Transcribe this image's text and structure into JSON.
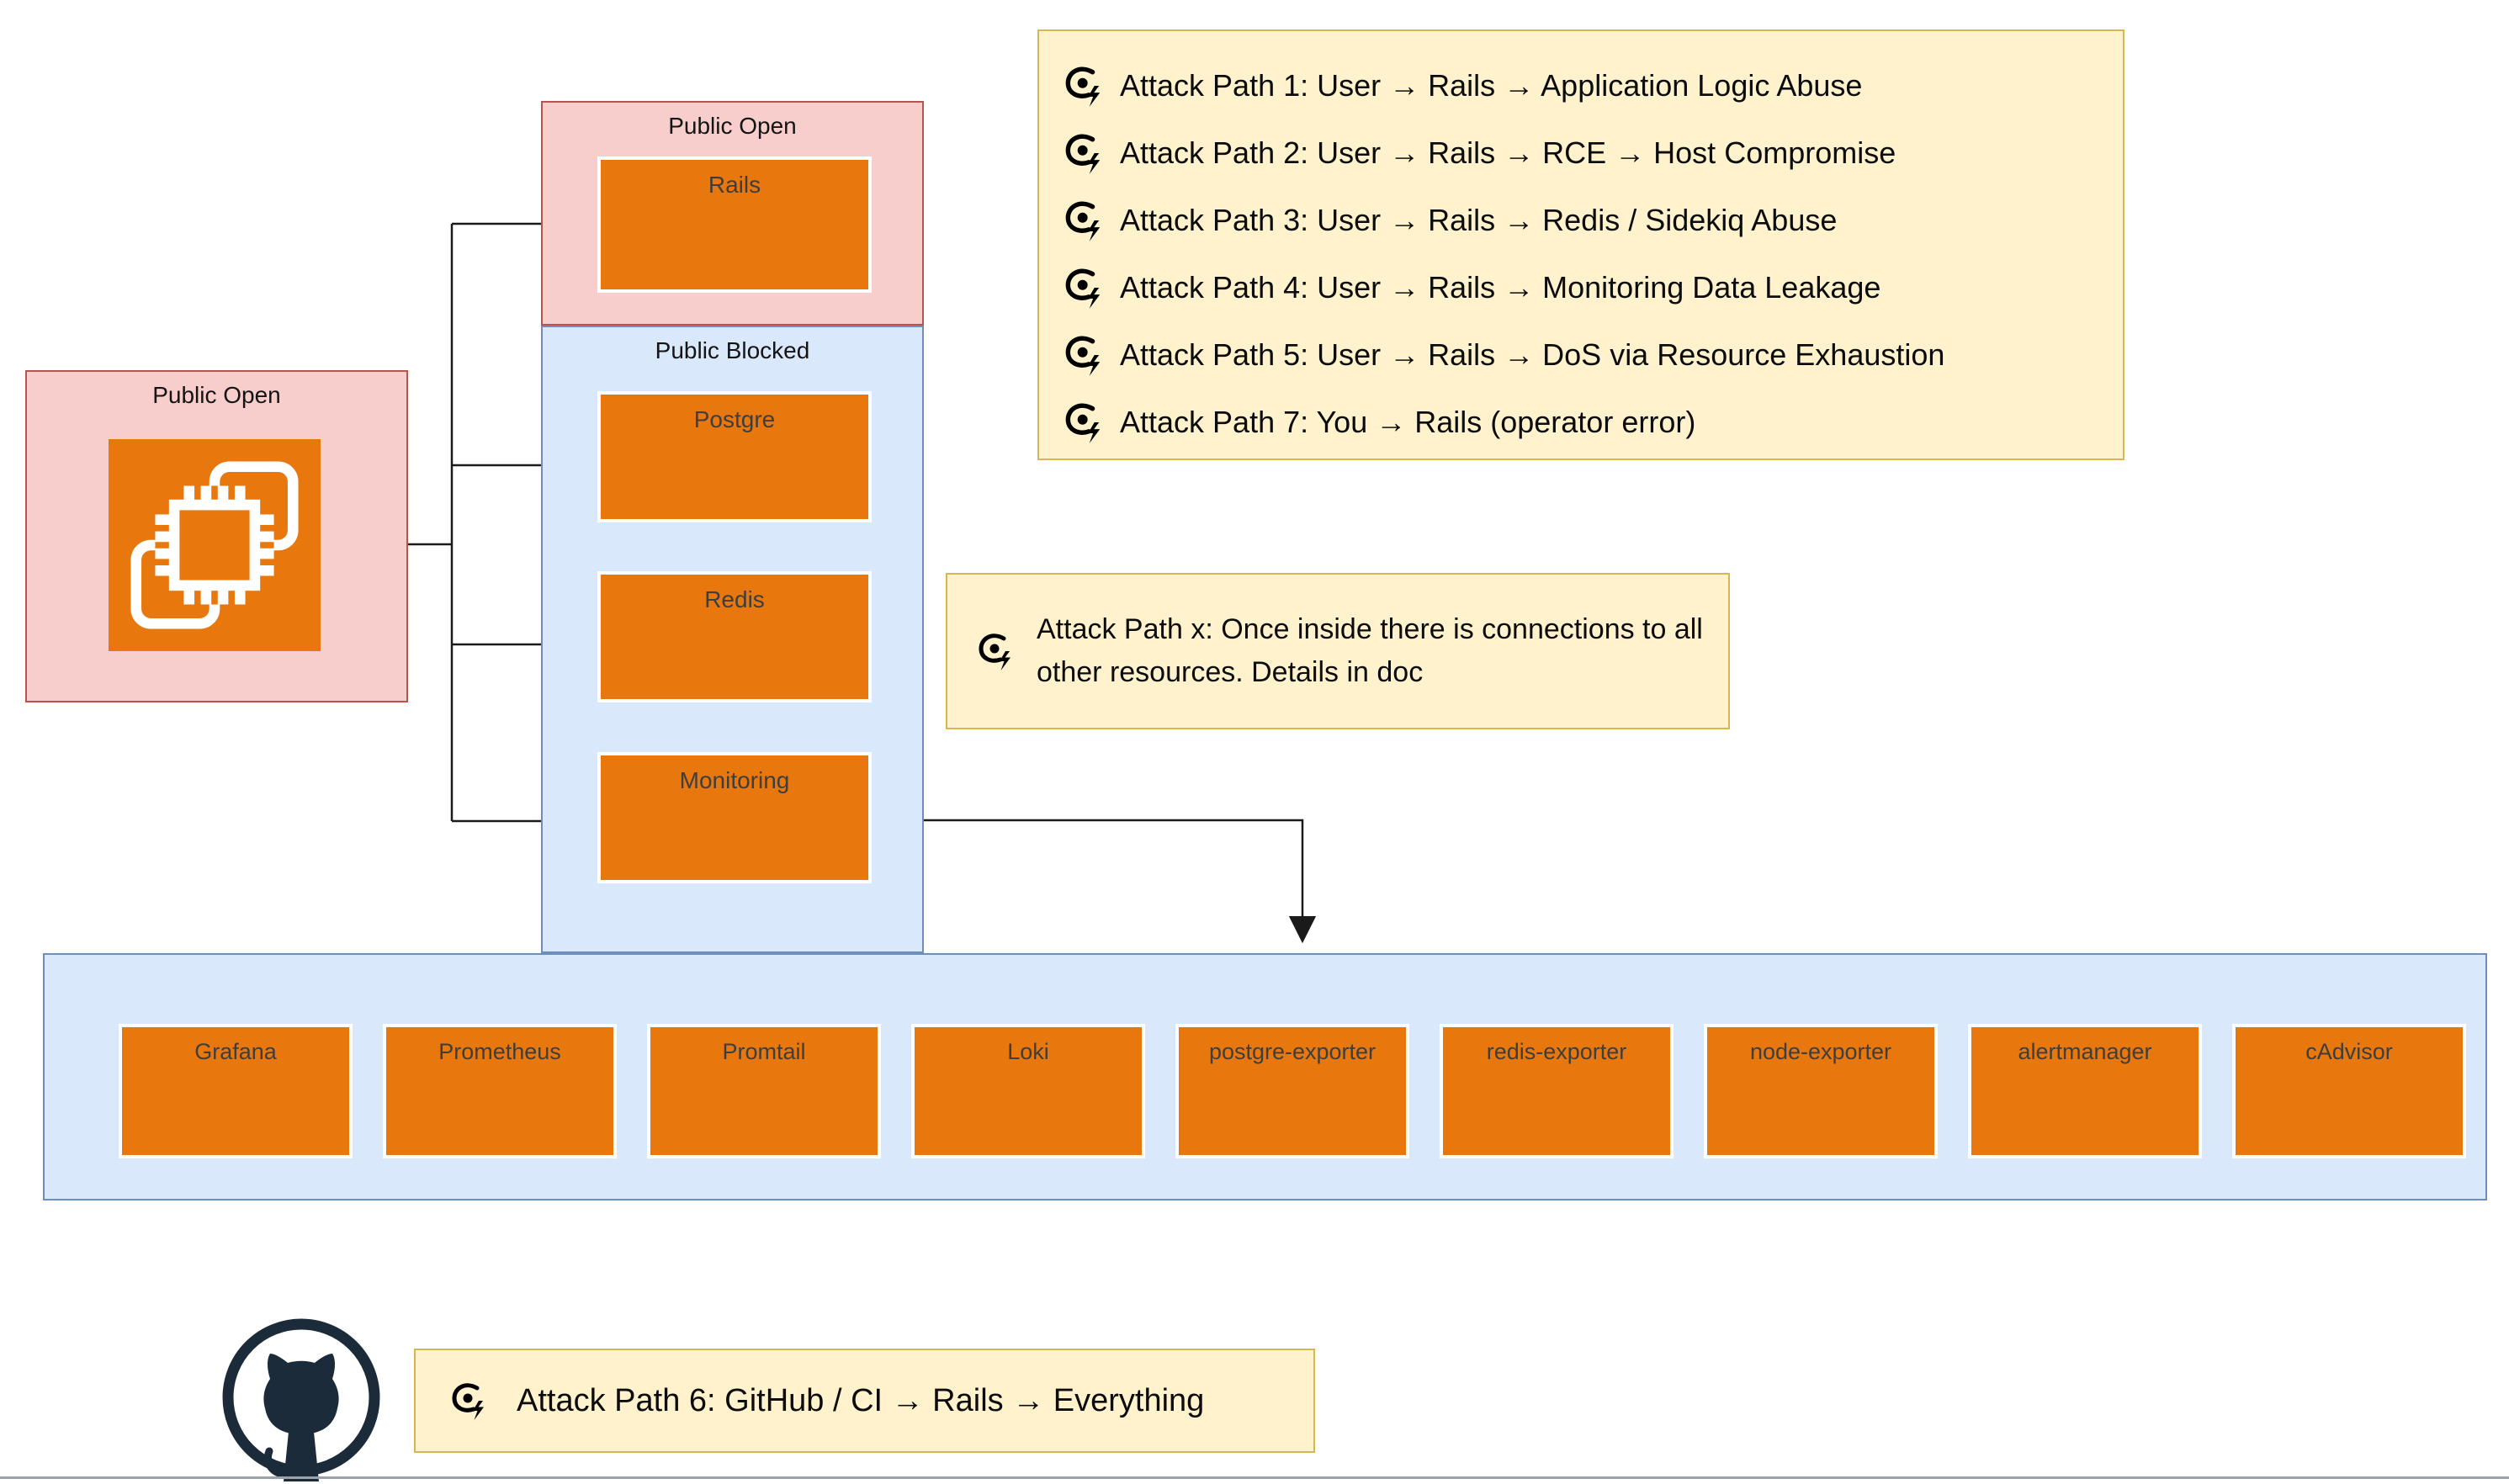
{
  "colors": {
    "zone_open_fill": "#F8CECC",
    "zone_open_stroke": "#B85450",
    "zone_blocked_fill": "#DAE8FC",
    "zone_blocked_stroke": "#6C8EBF",
    "node_fill": "#E8770D",
    "node_text": "#3e3e3e",
    "note_fill": "#FFF2CC",
    "note_stroke": "#D6B656",
    "github_navy": "#1b2b3a",
    "connector": "#1a1a1a"
  },
  "left_group": {
    "label": "Public Open",
    "icon": "cpu-chip-icon"
  },
  "rails_group": {
    "label": "Public Open",
    "nodes": [
      "Rails"
    ]
  },
  "blocked_group": {
    "label": "Public Blocked",
    "nodes": [
      "Postgre",
      "Redis",
      "Monitoring"
    ]
  },
  "monitoring_bar": {
    "nodes": [
      "Grafana",
      "Prometheus",
      "Promtail",
      "Loki",
      "postgre-exporter",
      "redis-exporter",
      "node-exporter",
      "alertmanager",
      "cAdvisor"
    ]
  },
  "attack_list": {
    "items": [
      "Attack Path 1: User → Rails → Application Logic Abuse",
      "Attack Path 2: User → Rails → RCE → Host Compromise",
      "Attack Path 3: User → Rails → Redis / Sidekiq Abuse",
      "Attack Path 4: User → Rails → Monitoring Data Leakage",
      "Attack Path 5: User → Rails → DoS via Resource Exhaustion",
      "Attack Path 7: You → Rails (operator error)"
    ]
  },
  "inside_note": {
    "text": "Attack Path x: Once inside there is connections to all other resources. Details in doc"
  },
  "github_note": {
    "text": "Attack Path 6: GitHub / CI → Rails → Everything"
  }
}
